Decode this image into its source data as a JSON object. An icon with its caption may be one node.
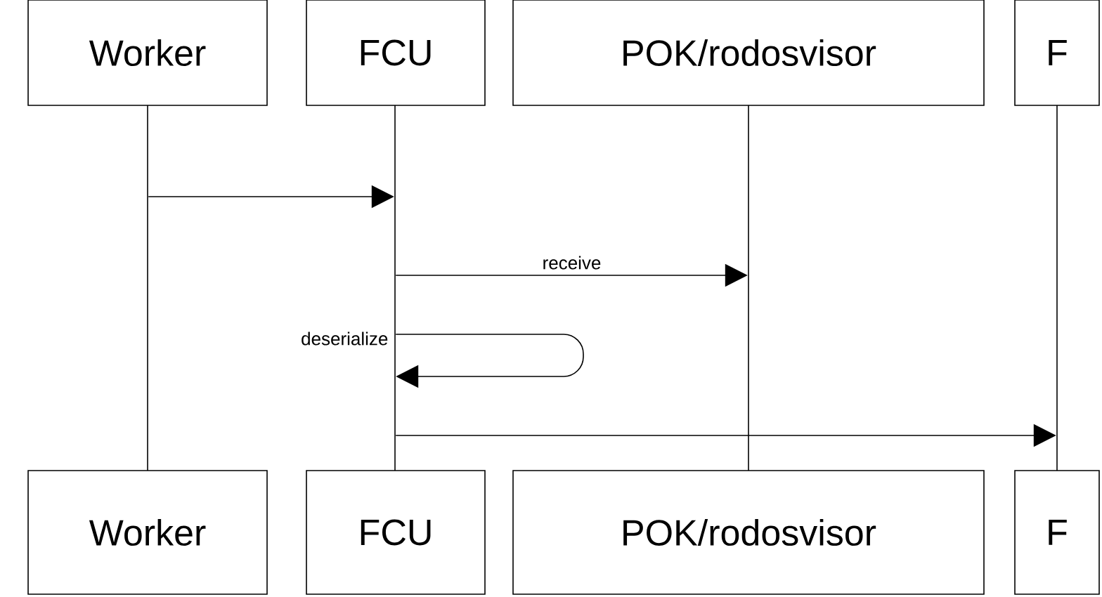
{
  "diagram": {
    "nodes": [
      {
        "text": [
          "Worker"
        ]
      },
      {
        "text": [
          "FCU"
        ]
      },
      {
        "text": [
          "POK/rodosvisor"
        ]
      },
      {
        "text": [
          "F"
        ]
      },
      {
        "text": [
          "Worker"
        ]
      },
      {
        "text": [
          "FCU"
        ]
      },
      {
        "text": [
          "POK/rodosvisor"
        ]
      },
      {
        "text": [
          "F"
        ]
      },
      {
        "text": [],
        "shape": "bar"
      },
      {
        "text": [],
        "shape": "bar"
      },
      {
        "text": [],
        "shape": "bar"
      },
      {
        "text": [],
        "shape": "bar"
      }
    ],
    "edges": [
      {
        "from": 8,
        "to": 9,
        "arrow": "to"
      },
      {
        "from": 9,
        "to": 10,
        "arrow": "to",
        "label": "receive"
      },
      {
        "from": 9,
        "to": 9,
        "arrow": "to",
        "label": "deserialize"
      },
      {
        "from": 9,
        "to": 11,
        "arrow": "to"
      }
    ]
  }
}
